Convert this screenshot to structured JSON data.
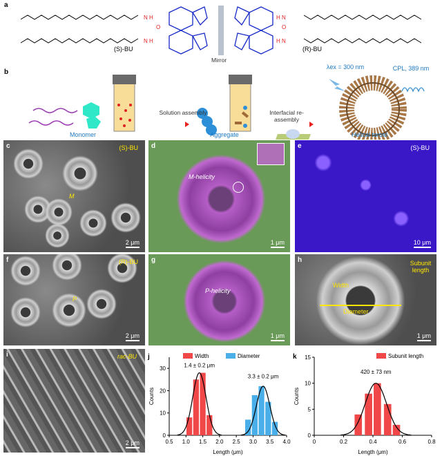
{
  "panel_a": {
    "label": "a",
    "left_compound": "(S)-BU",
    "right_compound": "(R)-BU",
    "mirror": "Mirror"
  },
  "panel_b": {
    "label": "b",
    "step1": "Solution assembly",
    "step2": "Interfacial re-assembly",
    "monomer": "Monomer",
    "aggregate": "Aggregate",
    "helical_toroid": "Helical toroid",
    "excitation": "λex = 300 nm",
    "cpl": "CPL, 389 nm"
  },
  "panel_c": {
    "label": "c",
    "tag": "(S)-BU",
    "helix": "M",
    "scale": "2 μm"
  },
  "panel_d": {
    "label": "d",
    "helicity": "M-helicity",
    "scale": "1 μm"
  },
  "panel_e": {
    "label": "e",
    "tag": "(S)-BU",
    "scale": "10 μm"
  },
  "panel_f": {
    "label": "f",
    "tag": "(R)-BU",
    "helix": "P",
    "scale": "2 μm"
  },
  "panel_g": {
    "label": "g",
    "helicity": "P-helicity",
    "scale": "1 μm"
  },
  "panel_h": {
    "label": "h",
    "width": "Width",
    "diameter": "Diameter",
    "subunit": "Subunit length",
    "scale": "1 μm"
  },
  "panel_i": {
    "label": "i",
    "tag": "rac-BU",
    "scale": "2 μm"
  },
  "colors": {
    "red": "#f04848",
    "blue": "#4aaee8",
    "yellow": "#ffe600",
    "green_bg": "#6a9a58"
  },
  "chart_data": [
    {
      "type": "bar",
      "label": "j",
      "xlabel": "Length (μm)",
      "ylabel": "Counts",
      "xlim": [
        0.5,
        4.0
      ],
      "ylim": [
        0,
        35
      ],
      "xticks": [
        "0.5",
        "1.0",
        "1.5",
        "2.0",
        "2.5",
        "3.0",
        "3.5",
        "4.0"
      ],
      "yticks": [
        "0",
        "10",
        "20",
        "30"
      ],
      "legend": "top-right",
      "series": [
        {
          "name": "Width",
          "color": "#f04848",
          "x": [
            1.1,
            1.3,
            1.5,
            1.7
          ],
          "values": [
            8,
            25,
            28,
            9
          ],
          "fit": {
            "mean": 1.4,
            "sd": 0.2,
            "peak": 28
          },
          "annotation": "1.4 ± 0.2 μm"
        },
        {
          "name": "Diameter",
          "color": "#4aaee8",
          "x": [
            2.85,
            3.05,
            3.25,
            3.45,
            3.65
          ],
          "values": [
            7,
            18,
            22,
            15,
            6
          ],
          "fit": {
            "mean": 3.3,
            "sd": 0.2,
            "peak": 22
          },
          "annotation": "3.3 ± 0.2 μm"
        }
      ],
      "barwidth": 0.17
    },
    {
      "type": "bar",
      "label": "k",
      "xlabel": "Length (μm)",
      "ylabel": "Counts",
      "xlim": [
        0,
        0.8
      ],
      "ylim": [
        0,
        15
      ],
      "xticks": [
        "0",
        "0.2",
        "0.4",
        "0.6",
        "0.8"
      ],
      "yticks": [
        "0",
        "5",
        "10",
        "15"
      ],
      "legend": "top-right",
      "series": [
        {
          "name": "Subunit length",
          "color": "#f04848",
          "x": [
            0.3,
            0.37,
            0.43,
            0.5,
            0.56
          ],
          "values": [
            4,
            8,
            10,
            6,
            2
          ],
          "fit": {
            "mean": 0.42,
            "sd": 0.073,
            "peak": 10
          },
          "annotation": "420 ± 73 nm"
        }
      ],
      "barwidth": 0.05
    }
  ]
}
